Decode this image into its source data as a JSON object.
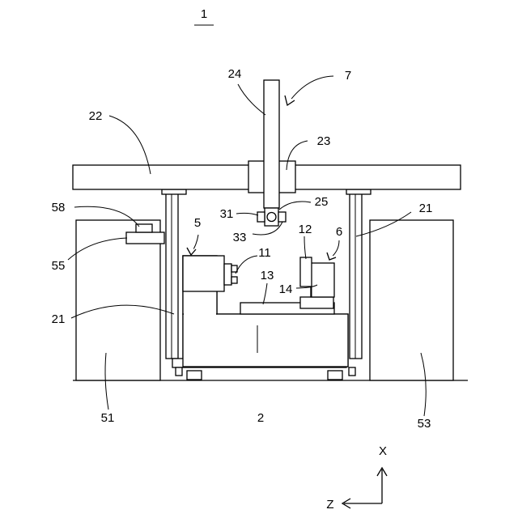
{
  "figure": {
    "number": "1"
  },
  "labels": {
    "l2": "2",
    "l5": "5",
    "l6": "6",
    "l7": "7",
    "l11": "11",
    "l12": "12",
    "l13": "13",
    "l14": "14",
    "l21a": "21",
    "l21b": "21",
    "l22": "22",
    "l23": "23",
    "l24": "24",
    "l25": "25",
    "l31": "31",
    "l33": "33",
    "l51": "51",
    "l53": "53",
    "l55": "55",
    "l58": "58"
  },
  "axes": {
    "x": "X",
    "z": "Z"
  }
}
